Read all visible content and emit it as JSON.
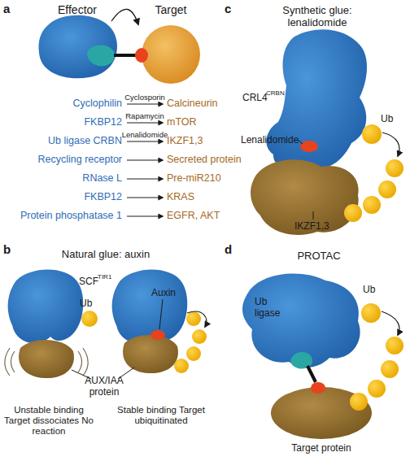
{
  "diagram": {
    "nodes": [
      {
        "text": [
          "Effector"
        ]
      },
      {
        "text": [
          "Target"
        ]
      }
    ],
    "edges": [
      {
        "from": 0,
        "to": 1,
        "arrow": "to"
      }
    ],
    "labels": [
      "a",
      "c",
      "Synthetic glue: lenalidomide",
      "Cyclophilin",
      "Cyclosporin",
      "Calcineurin",
      "FKBP12",
      "Rapamycin",
      "mTOR",
      "Ub ligase CRBN",
      "Lenalidomide",
      "IKZF1,3",
      "Recycling receptor",
      "Secreted protein",
      "RNase L",
      "Pre-miR210",
      "FKBP12",
      "KRAS",
      "Protein phosphatase 1",
      "EGFR, AKT",
      "CRL4",
      "CRBN",
      "Ub",
      "Lenalidomide",
      "IKZF1,3",
      "b",
      "Natural glue: auxin",
      "SCF",
      "TIR1",
      "Ub",
      "Auxin",
      "AUX/IAA protein",
      "Unstable binding Target dissociates No reaction",
      "Stable binding Target ubiquitinated",
      "d",
      "PROTAC",
      "Ub",
      "Ub ligase",
      "Target protein"
    ]
  }
}
